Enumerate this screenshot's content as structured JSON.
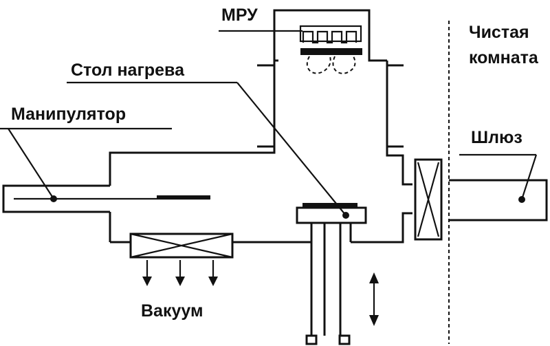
{
  "labels": {
    "mru": "МРУ",
    "heating_table": "Стол нагрева",
    "manipulator": "Манипулятор",
    "clean_room_line1": "Чистая",
    "clean_room_line2": "комната",
    "airlock": "Шлюз",
    "vacuum": "Вакуум"
  },
  "colors": {
    "ink": "#111111",
    "background": "#ffffff"
  }
}
